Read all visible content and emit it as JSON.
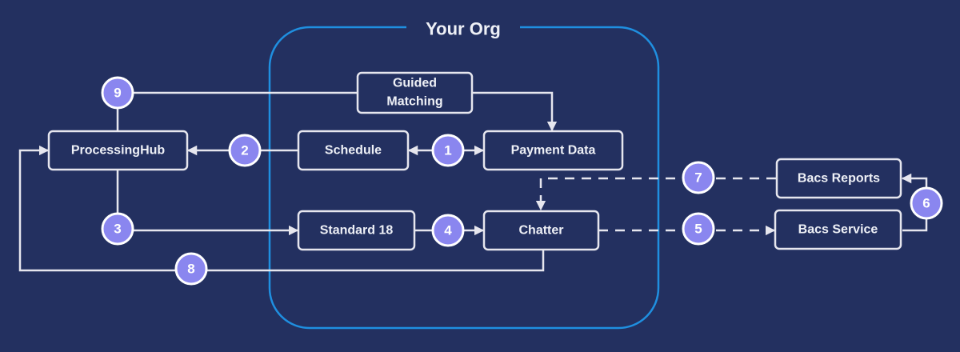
{
  "org": {
    "title": "Your Org"
  },
  "nodes": {
    "guided_matching": {
      "line1": "Guided",
      "line2": "Matching"
    },
    "processing_hub": "ProcessingHub",
    "schedule": "Schedule",
    "payment_data": "Payment Data",
    "standard_18": "Standard 18",
    "chatter": "Chatter",
    "bacs_reports": "Bacs Reports",
    "bacs_service": "Bacs Service"
  },
  "steps": [
    "1",
    "2",
    "3",
    "4",
    "5",
    "6",
    "7",
    "8",
    "9"
  ],
  "colors": {
    "background": "#233060",
    "org_border": "#1f8fe0",
    "step_fill": "#8a86ef",
    "line": "#e6e6ee"
  }
}
